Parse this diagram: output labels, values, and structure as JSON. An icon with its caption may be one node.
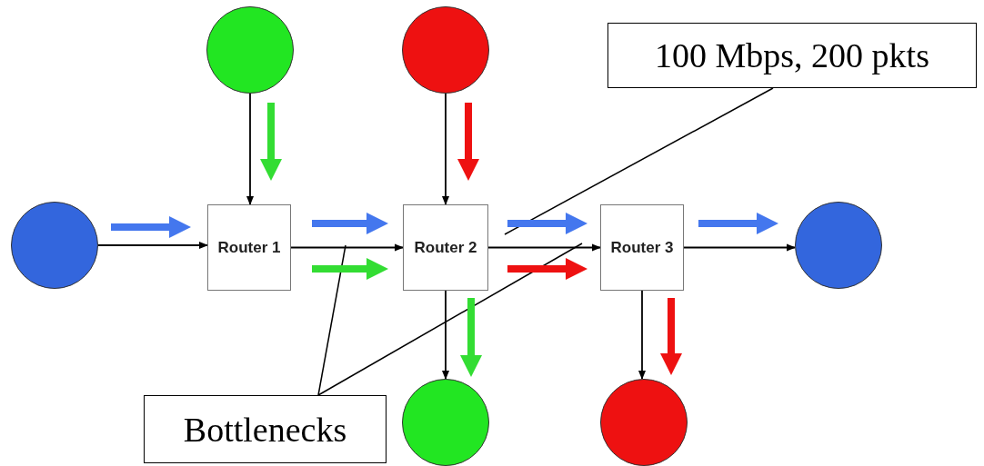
{
  "diagram": {
    "nodes": [
      {
        "text": [],
        "shape": "circle"
      },
      {
        "text": [],
        "shape": "circle"
      },
      {
        "text": [],
        "shape": "circle"
      },
      {
        "text": [
          "Router 1"
        ]
      },
      {
        "text": [
          "Router 2"
        ]
      },
      {
        "text": [
          "Router 3"
        ]
      },
      {
        "text": [],
        "shape": "circle"
      },
      {
        "text": [],
        "shape": "circle"
      },
      {
        "text": [],
        "shape": "circle"
      },
      {
        "text": [
          "100 Mbps, 200 pkts"
        ]
      },
      {
        "text": [
          "Bottlenecks"
        ]
      }
    ],
    "edges": [
      {
        "from": 0,
        "to": 3,
        "arrow": "to"
      },
      {
        "from": 1,
        "to": 4,
        "arrow": "to"
      },
      {
        "from": 2,
        "to": 3,
        "arrow": "to"
      },
      {
        "from": 3,
        "to": 4,
        "arrow": "to"
      },
      {
        "from": 4,
        "to": 5,
        "arrow": "to"
      },
      {
        "from": 5,
        "to": 6,
        "arrow": "to"
      },
      {
        "from": 4,
        "to": 7,
        "arrow": "to"
      },
      {
        "from": 5,
        "to": 8,
        "arrow": "to"
      },
      {
        "from": 9,
        "to": null,
        "arrow": "none"
      },
      {
        "from": 10,
        "to": null,
        "arrow": "none"
      },
      {
        "from": 10,
        "to": null,
        "arrow": "none"
      }
    ]
  }
}
